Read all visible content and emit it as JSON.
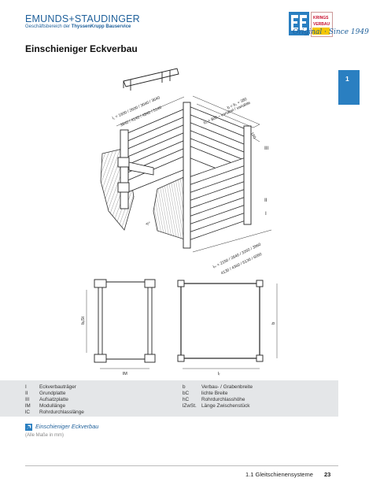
{
  "brand": {
    "name": "EMUNDS+STAUDINGER",
    "sub_prefix": "Geschäftsbereich der ",
    "sub_company": "ThyssenKrupp Bauservice",
    "logo_krings_line1": "KRINGS",
    "logo_krings_line2": "VERBAU",
    "original": "Original · Since 1949"
  },
  "chapter_tab": "1",
  "page_title": "Einschieniger Eckverbau",
  "drawing": {
    "dim_lc": "l꜀ = 1600 / 2600 / 3040 / 3640",
    "dim_lc2": "3840 / 4140 / 4840 / 5140",
    "dim_b": "b = b꜀ + 380",
    "dim_bc": "b꜀ = 800 – variabel / variabile",
    "dim_190": "190",
    "dim_lm": "lₘ = 2150 / 2840 / 3260 / 3860",
    "dim_lm2": "4130 / 4360 / 5130 / 6060",
    "label_III": "III",
    "label_II": "II",
    "label_I": "I",
    "label_hc": "h꜀",
    "plan_bvst": "bᵥSt",
    "plan_lm": "lM",
    "plan_lr": "lᵣ",
    "plan_b": "b"
  },
  "legend": {
    "left": [
      {
        "sym": "I",
        "text": "Eckverbauträger"
      },
      {
        "sym": "II",
        "text": "Grundplatte"
      },
      {
        "sym": "III",
        "text": "Aufsatzplatte"
      },
      {
        "sym": "lM",
        "text": "Modullänge"
      },
      {
        "sym": "lC",
        "text": "Rohrdurchlasslänge"
      }
    ],
    "right": [
      {
        "sym": "b",
        "text": "Verbau- / Grabenbreite"
      },
      {
        "sym": "bC",
        "text": "lichte Breite"
      },
      {
        "sym": "hC",
        "text": "Rohrdurchlasshöhe"
      },
      {
        "sym": "lZwSt.",
        "text": "Länge Zwischenstück"
      }
    ]
  },
  "caption": "Einschieniger Eckverbau",
  "note": "(Alle Maße in mm)",
  "footer": {
    "section": "1.1 Gleitschienensysteme",
    "page": "23"
  },
  "colors": {
    "brand_blue": "#1d5f9a",
    "tab_blue": "#2a7fc1",
    "legend_bg": "#e4e6e8",
    "krings_red": "#c8102e",
    "krings_yellow": "#f4c600"
  }
}
